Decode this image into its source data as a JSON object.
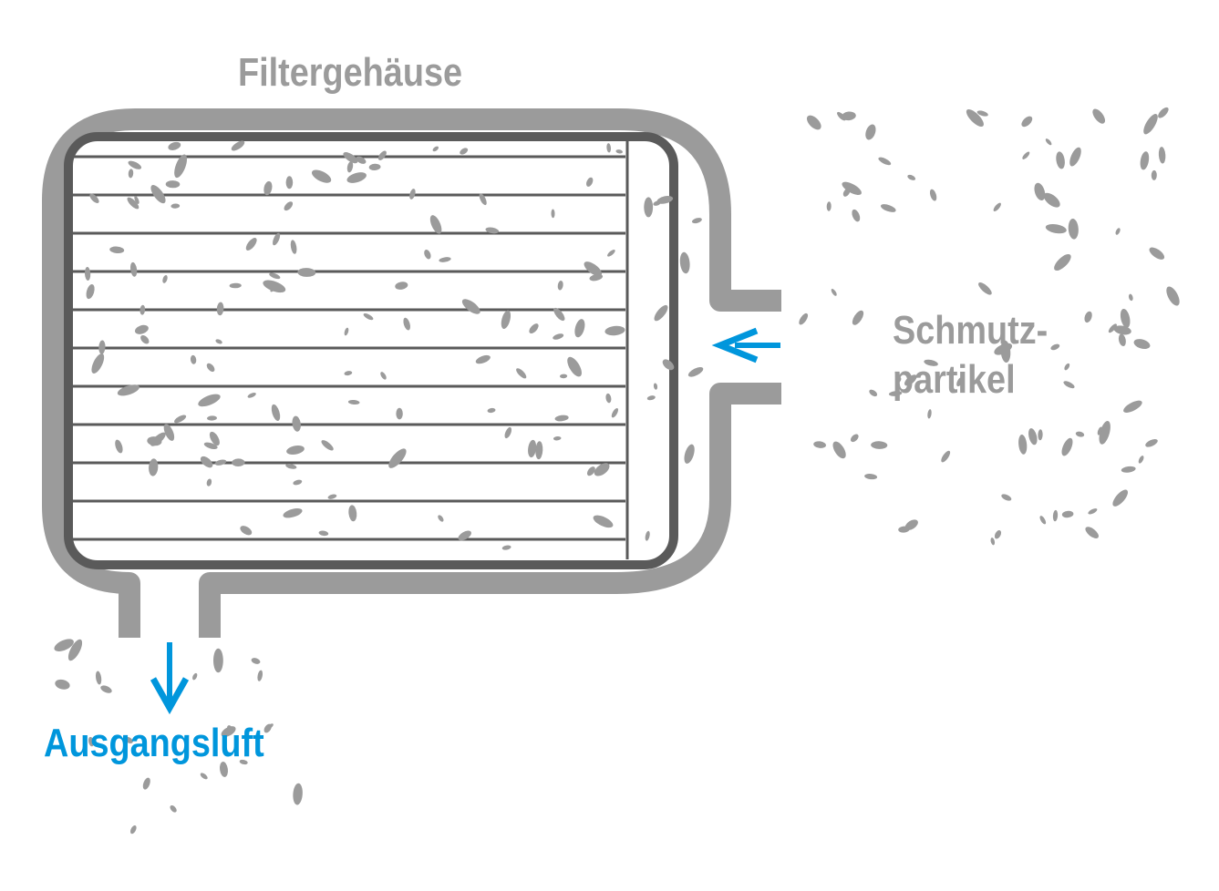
{
  "labels": {
    "housing": "Filtergehäuse",
    "inlet_line1": "Schmutz-",
    "inlet_line2": "partikel",
    "outlet": "Ausgangsluft"
  },
  "colors": {
    "housing": "#9b9b9b",
    "filter_frame": "#5a5a5a",
    "particles": "#9b9b9b",
    "arrow": "#0096dc",
    "outlet_text": "#0096dc",
    "label_text": "#9b9b9b"
  },
  "icons": {
    "inlet_arrow": "arrow-left-icon",
    "outlet_arrow": "arrow-down-icon"
  }
}
